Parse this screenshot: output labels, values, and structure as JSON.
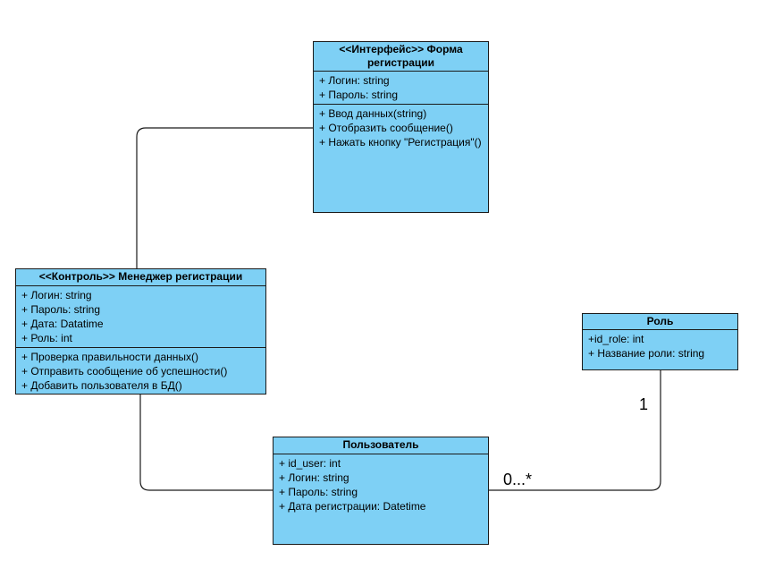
{
  "classes": {
    "form": {
      "title_line1": "<<Интерфейс>> Форма",
      "title_line2": "регистрации",
      "attributes": [
        "+ Логин: string",
        "+ Пароль: string"
      ],
      "operations": [
        "+ Ввод данных(string)",
        "+ Отобразить сообщение()",
        "+ Нажать кнопку \"Регистрация\"()"
      ]
    },
    "manager": {
      "title": "<<Контроль>> Менеджер регистрации",
      "attributes": [
        "+ Логин: string",
        "+ Пароль: string",
        "+ Дата: Datatime",
        "+ Роль: int"
      ],
      "operations": [
        "+ Проверка правильности данных()",
        "+ Отправить сообщение об успешности()",
        "+ Добавить пользователя в БД()"
      ]
    },
    "role": {
      "title": "Роль",
      "attributes": [
        "+id_role: int",
        "+ Название роли: string"
      ]
    },
    "user": {
      "title": "Пользователь",
      "attributes": [
        "+ id_user: int",
        "+ Логин: string",
        "+ Пароль: string",
        "+ Дата регистрации: Datetime"
      ]
    }
  },
  "multiplicities": {
    "role_end": "1",
    "user_end": "0...*"
  },
  "colors": {
    "class_fill": "#7ed0f5",
    "border": "#1a1a1a",
    "line": "#1a1a1a"
  }
}
